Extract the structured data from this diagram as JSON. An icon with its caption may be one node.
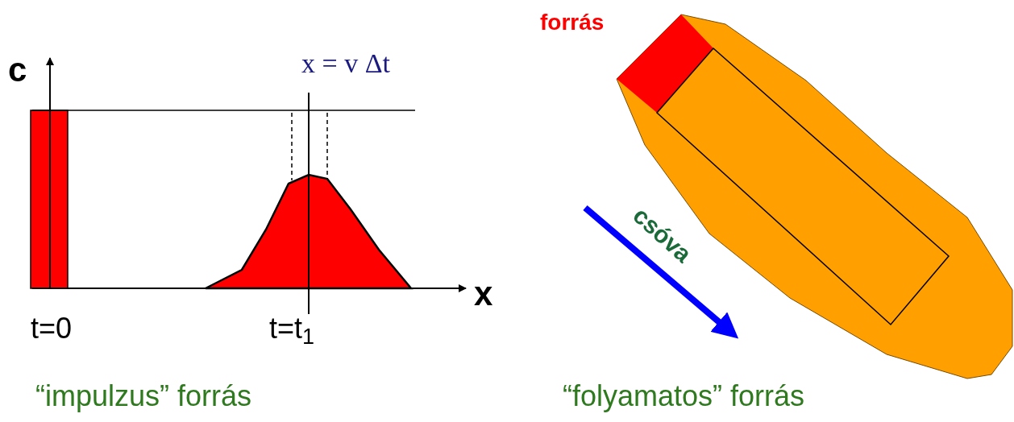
{
  "diagram": {
    "labels": [
      "c",
      "x = v Δt",
      "x",
      "t=0",
      "t=t$_{1}$",
      "forrás",
      "csóva",
      "“impulzus” forrás",
      "“folyamatos” forrás"
    ]
  }
}
